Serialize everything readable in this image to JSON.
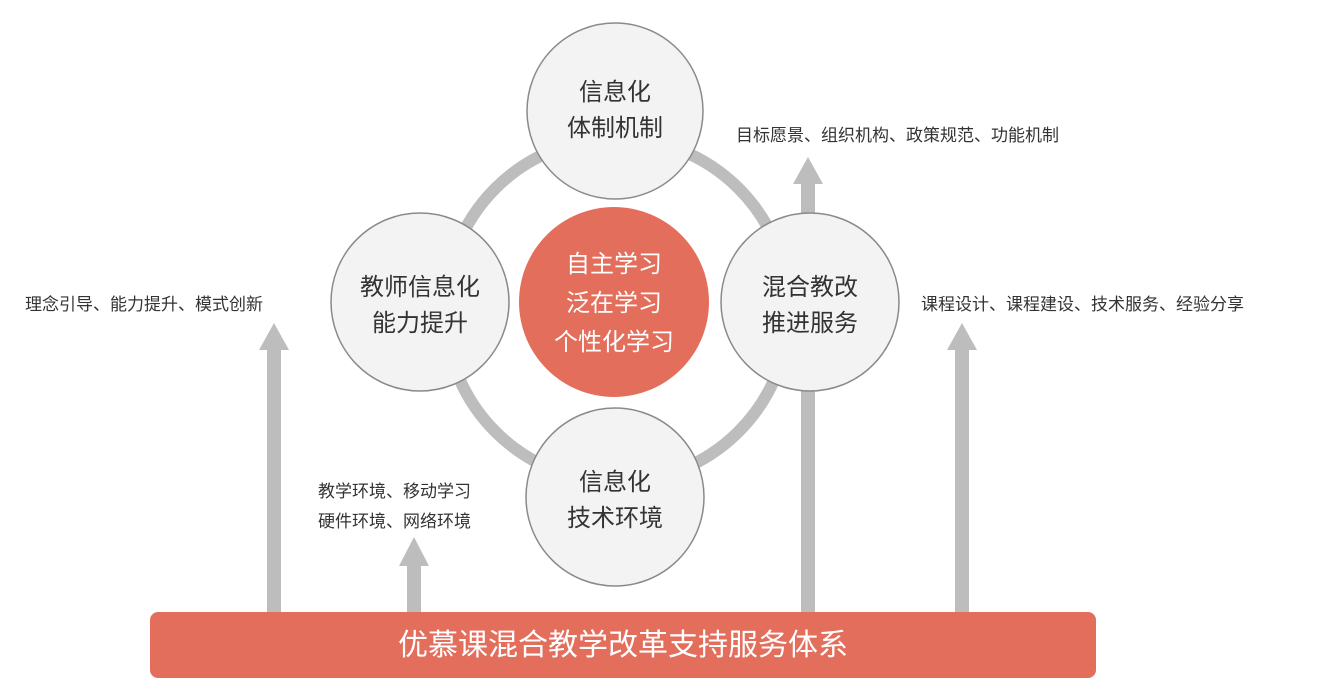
{
  "colors": {
    "accent": "#E46E5C",
    "ring": "#BDBDBD",
    "arrow": "#BDBDBD",
    "node_fill": "#F3F3F3",
    "node_stroke": "#8A8A8A",
    "text": "#333333"
  },
  "center": {
    "lines": [
      "自主学习",
      "泛在学习",
      "个性化学习"
    ]
  },
  "nodes": {
    "top": {
      "lines": [
        "信息化",
        "体制机制"
      ]
    },
    "left": {
      "lines": [
        "教师信息化",
        "能力提升"
      ]
    },
    "right": {
      "lines": [
        "混合教改",
        "推进服务"
      ]
    },
    "bottom": {
      "lines": [
        "信息化",
        "技术环境"
      ]
    }
  },
  "annotations": {
    "top_right": "目标愿景、组织机构、政策规范、功能机制",
    "left": "理念引导、能力提升、模式创新",
    "right": "课程设计、课程建设、技术服务、经验分享",
    "bottom_left_1": "教学环境、移动学习",
    "bottom_left_2": "硬件环境、网络环境"
  },
  "base_bar": {
    "label": "优慕课混合教学改革支持服务体系"
  }
}
